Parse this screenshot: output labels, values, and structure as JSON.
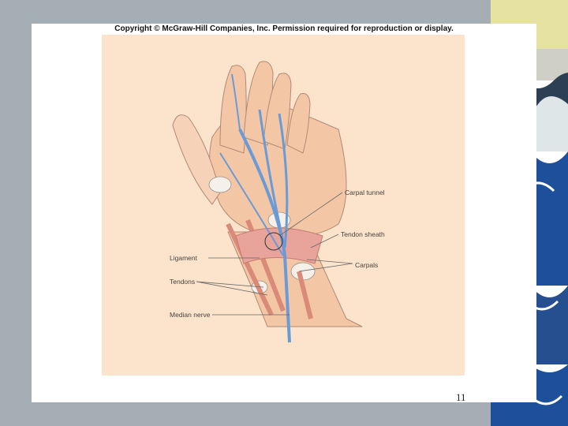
{
  "slide": {
    "copyright": "Copyright © McGraw-Hill Companies, Inc. Permission required for reproduction or display.",
    "page_number": "11"
  },
  "figure": {
    "labels": {
      "carpal_tunnel": "Carpal tunnel",
      "tendon_sheath": "Tendon sheath",
      "ligament": "Ligament",
      "carpals": "Carpals",
      "tendons": "Tendons",
      "median_nerve": "Median nerve"
    }
  },
  "colors": {
    "background": "#a4aeb4",
    "figure_background": "#fbe3cc",
    "skin": "#f3c6a6",
    "nerve": "#6b9bd6",
    "tendon": "#d98a78",
    "ligament": "#e8a39a",
    "wave_blue": "#1d4f9a"
  }
}
